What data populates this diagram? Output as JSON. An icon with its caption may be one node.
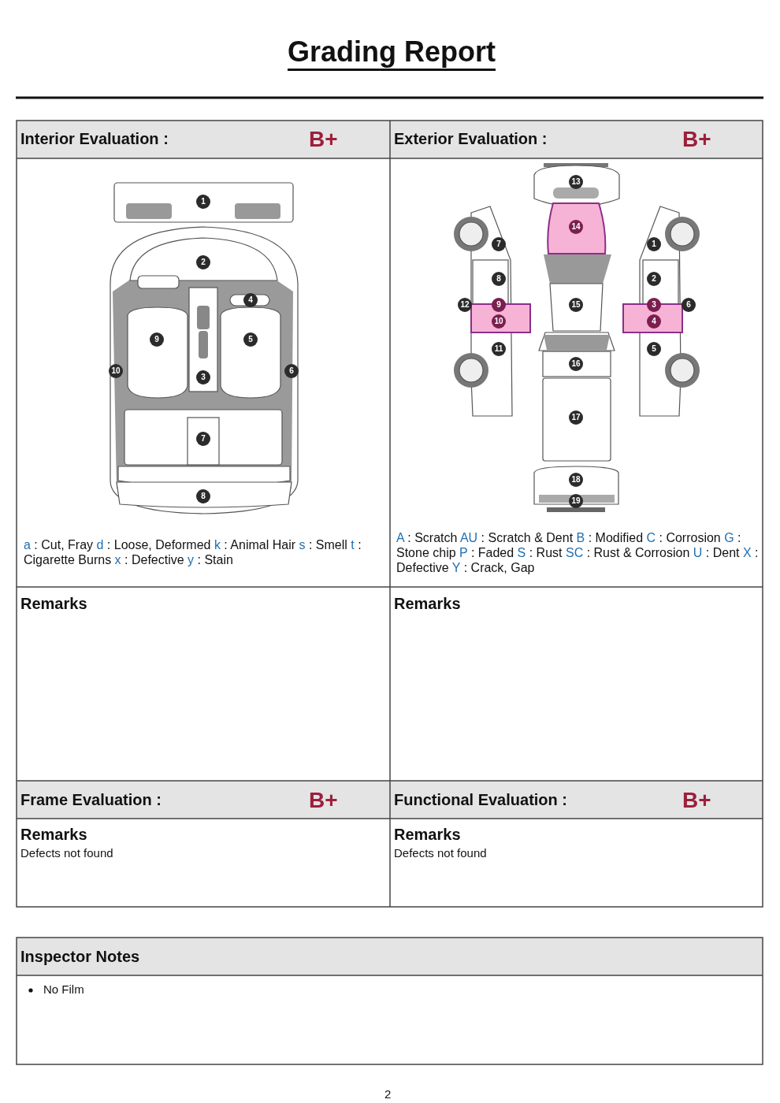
{
  "diagram": {
    "title": "Grading Report",
    "labels": [
      "Interior Evaluation :",
      "B+",
      "Exterior Evaluation :",
      "B+",
      "1",
      "2",
      "3",
      "4",
      "5",
      "6",
      "7",
      "8",
      "9",
      "10",
      "1",
      "2",
      "3",
      "4",
      "5",
      "6",
      "7",
      "8",
      "9",
      "10",
      "11",
      "12",
      "13",
      "14",
      "15",
      "16",
      "17",
      "18",
      "19",
      "**a** : Cut, Fray **d** : Loose, Deformed **k** : Animal Hair **s** : Smell **t** : Cigarette Burns **x** : Defective **y** : Stain",
      "**A** : Scratch **AU** : Scratch & Dent **B** : Modified **C** : Corrosion **G** : Stone chip **P** : Faded **S** : Rust **SC** : Rust & Corrosion **U** : Dent **X** : Defective **Y** : Crack, Gap",
      "Remarks",
      "Remarks",
      "Frame Evaluation :",
      "B+",
      "Functional Evaluation :",
      "B+",
      "Remarks",
      "Defects not found",
      "Remarks",
      "Defects not found",
      "Inspector Notes",
      "No Film",
      "2"
    ]
  }
}
